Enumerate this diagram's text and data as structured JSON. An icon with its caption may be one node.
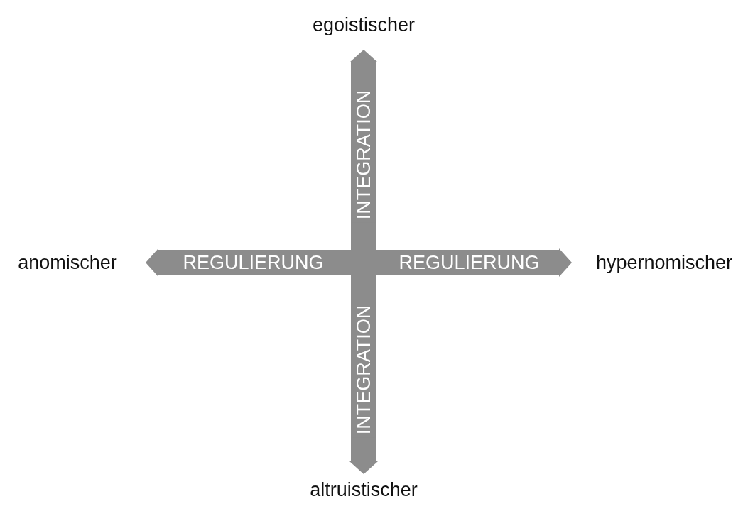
{
  "diagram": {
    "nodes": [
      {
        "text": [
          "egoistischer"
        ]
      },
      {
        "text": [
          "anomischer"
        ]
      },
      {
        "text": [
          "hypernomischer"
        ]
      },
      {
        "text": [
          "altruistischer"
        ]
      }
    ],
    "edges": [
      {
        "from": null,
        "to": 0,
        "arrow": "to",
        "label": "INTEGRATION"
      },
      {
        "from": null,
        "to": 1,
        "arrow": "to",
        "label": "REGULIERUNG"
      },
      {
        "from": null,
        "to": 2,
        "arrow": "to",
        "label": "REGULIERUNG"
      },
      {
        "from": null,
        "to": 3,
        "arrow": "to",
        "label": "INTEGRATION"
      }
    ]
  }
}
